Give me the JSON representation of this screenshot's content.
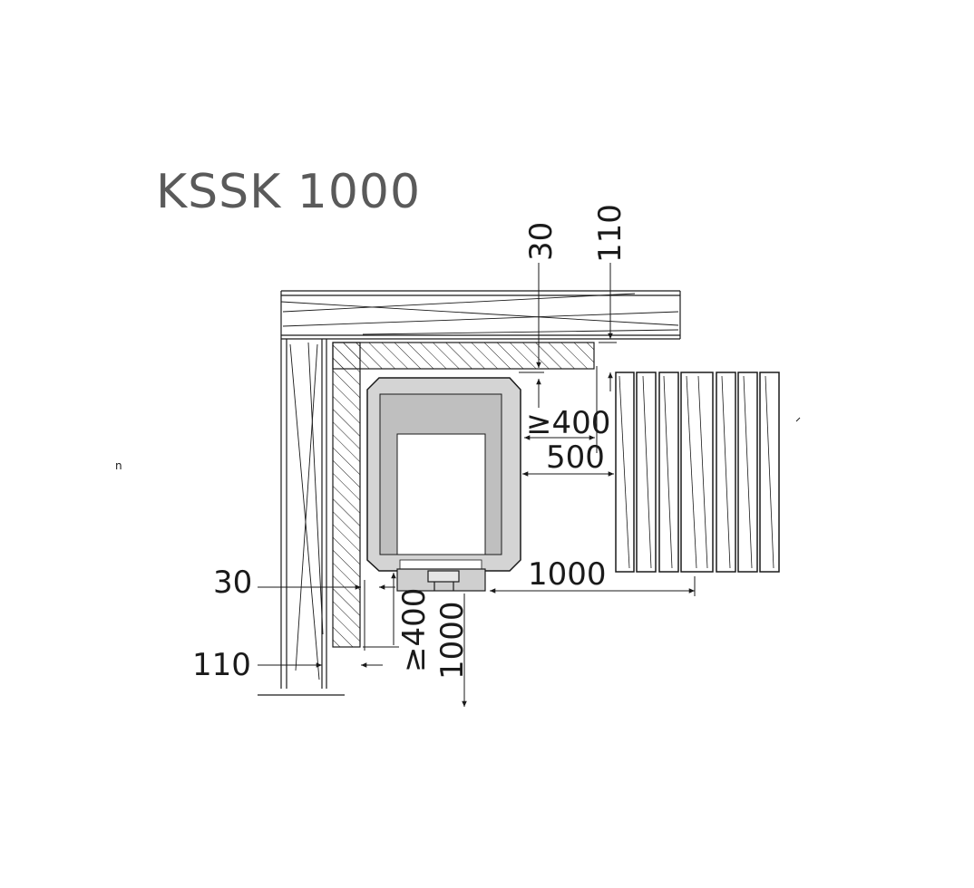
{
  "title": "KSSK 1000",
  "dimensions": {
    "top_gap_30": "30",
    "top_gap_110": "110",
    "side_min_400": "≥400",
    "side_500": "500",
    "side_1000": "1000",
    "left_30": "30",
    "left_110": "110",
    "front_min_400": "≥400",
    "front_1000": "1000"
  },
  "stray_mark": "n",
  "colors": {
    "line": "#1a1a1a",
    "stove_fill": "#d4d4d4",
    "title": "#5a5a5a"
  }
}
